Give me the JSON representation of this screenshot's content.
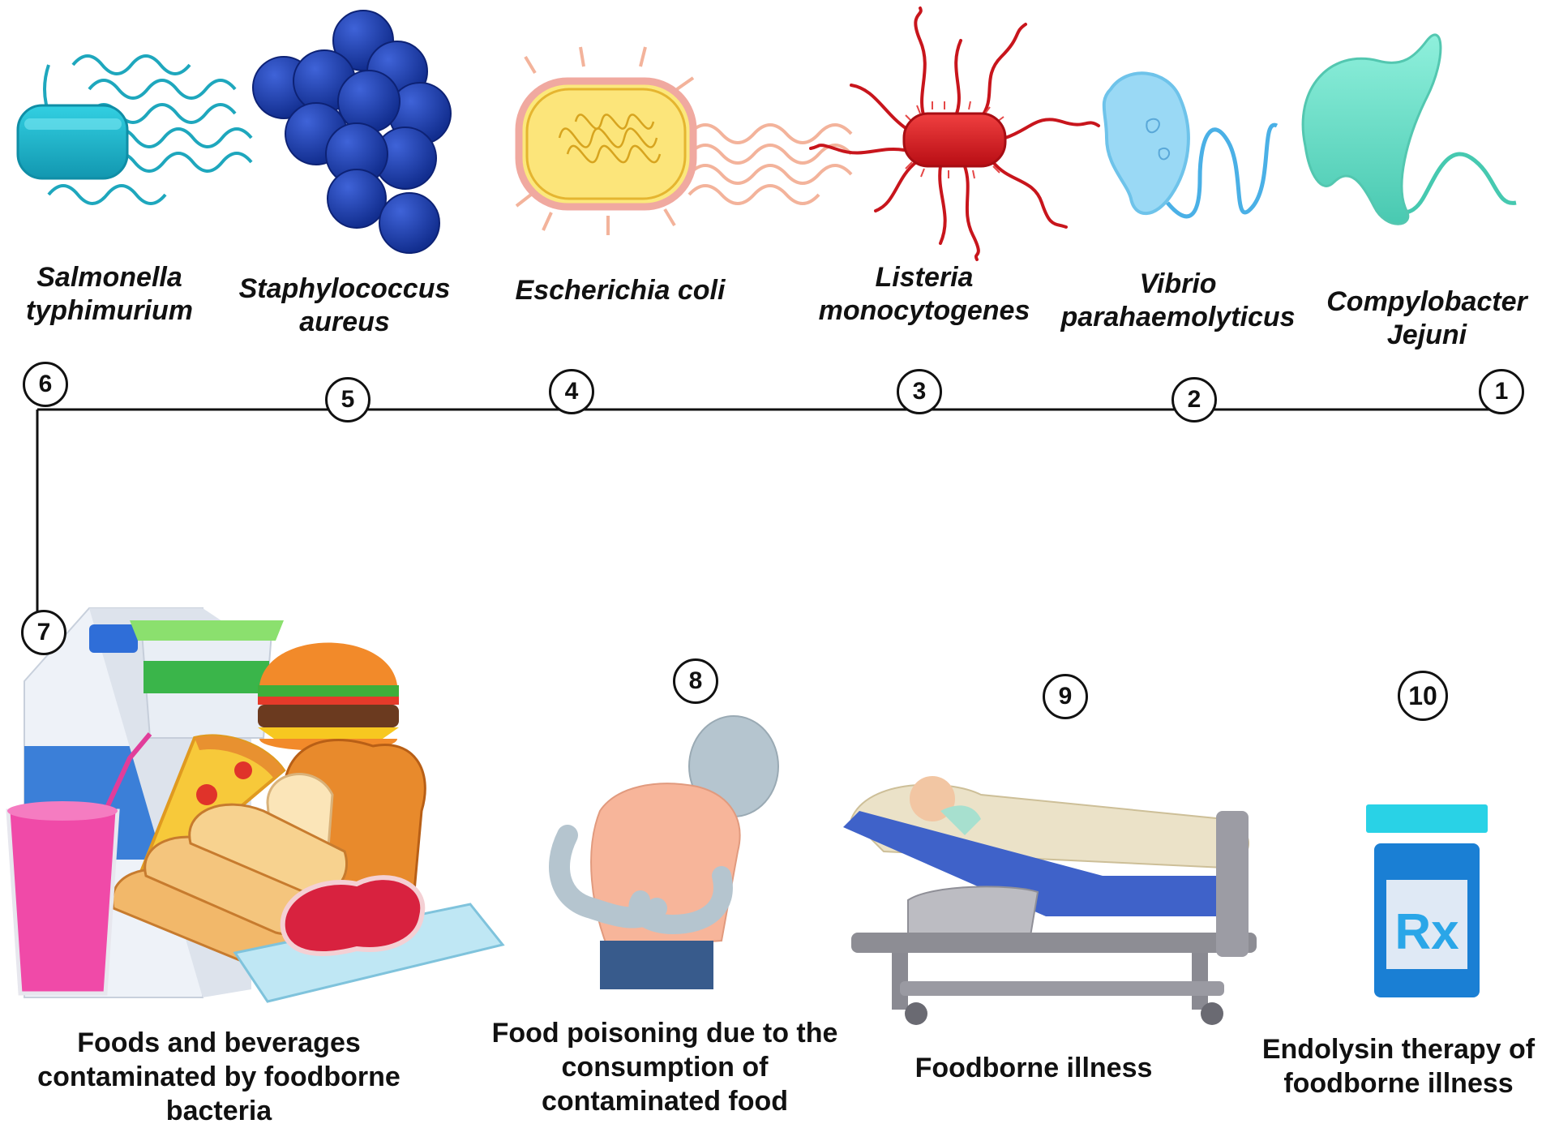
{
  "bacteria": [
    {
      "line1": "Salmonella",
      "line2": "typhimurium",
      "number": "6"
    },
    {
      "line1": "Staphylococcus",
      "line2": "aureus",
      "number": "5"
    },
    {
      "line1": "Escherichia coli",
      "line2": "",
      "number": "4"
    },
    {
      "line1": "Listeria",
      "line2": "monocytogenes",
      "number": "3"
    },
    {
      "line1": "Vibrio",
      "line2": "parahaemolyticus",
      "number": "2"
    },
    {
      "line1": "Compylobacter",
      "line2": "Jejuni",
      "number": "1"
    }
  ],
  "steps": [
    {
      "number": "7",
      "label": "Foods and beverages contaminated by foodborne bacteria"
    },
    {
      "number": "8",
      "label": "Food poisoning due to the consumption of contaminated food"
    },
    {
      "number": "9",
      "label": "Foodborne illness"
    },
    {
      "number": "10",
      "label": "Endolysin therapy of foodborne illness"
    }
  ],
  "icons": {
    "rx_symbol": "Rx"
  },
  "colors": {
    "salmonella": "#1fb6c9",
    "staphylococcus": "#1e3fb0",
    "ecoli_body": "#f9e46c",
    "listeria": "#d8141c",
    "vibrio": "#8fd6f5",
    "campylobacter": "#6fe0c8",
    "line": "#111111",
    "rx_bottle": "#1a7fd4",
    "rx_cap": "#29d2e6"
  }
}
